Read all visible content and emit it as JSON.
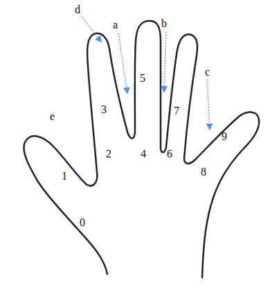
{
  "diagram": {
    "labels": [
      "d",
      "a",
      "b",
      "c",
      "e",
      "3",
      "5",
      "7",
      "9",
      "2",
      "4",
      "6",
      "1",
      "8",
      "0"
    ]
  }
}
